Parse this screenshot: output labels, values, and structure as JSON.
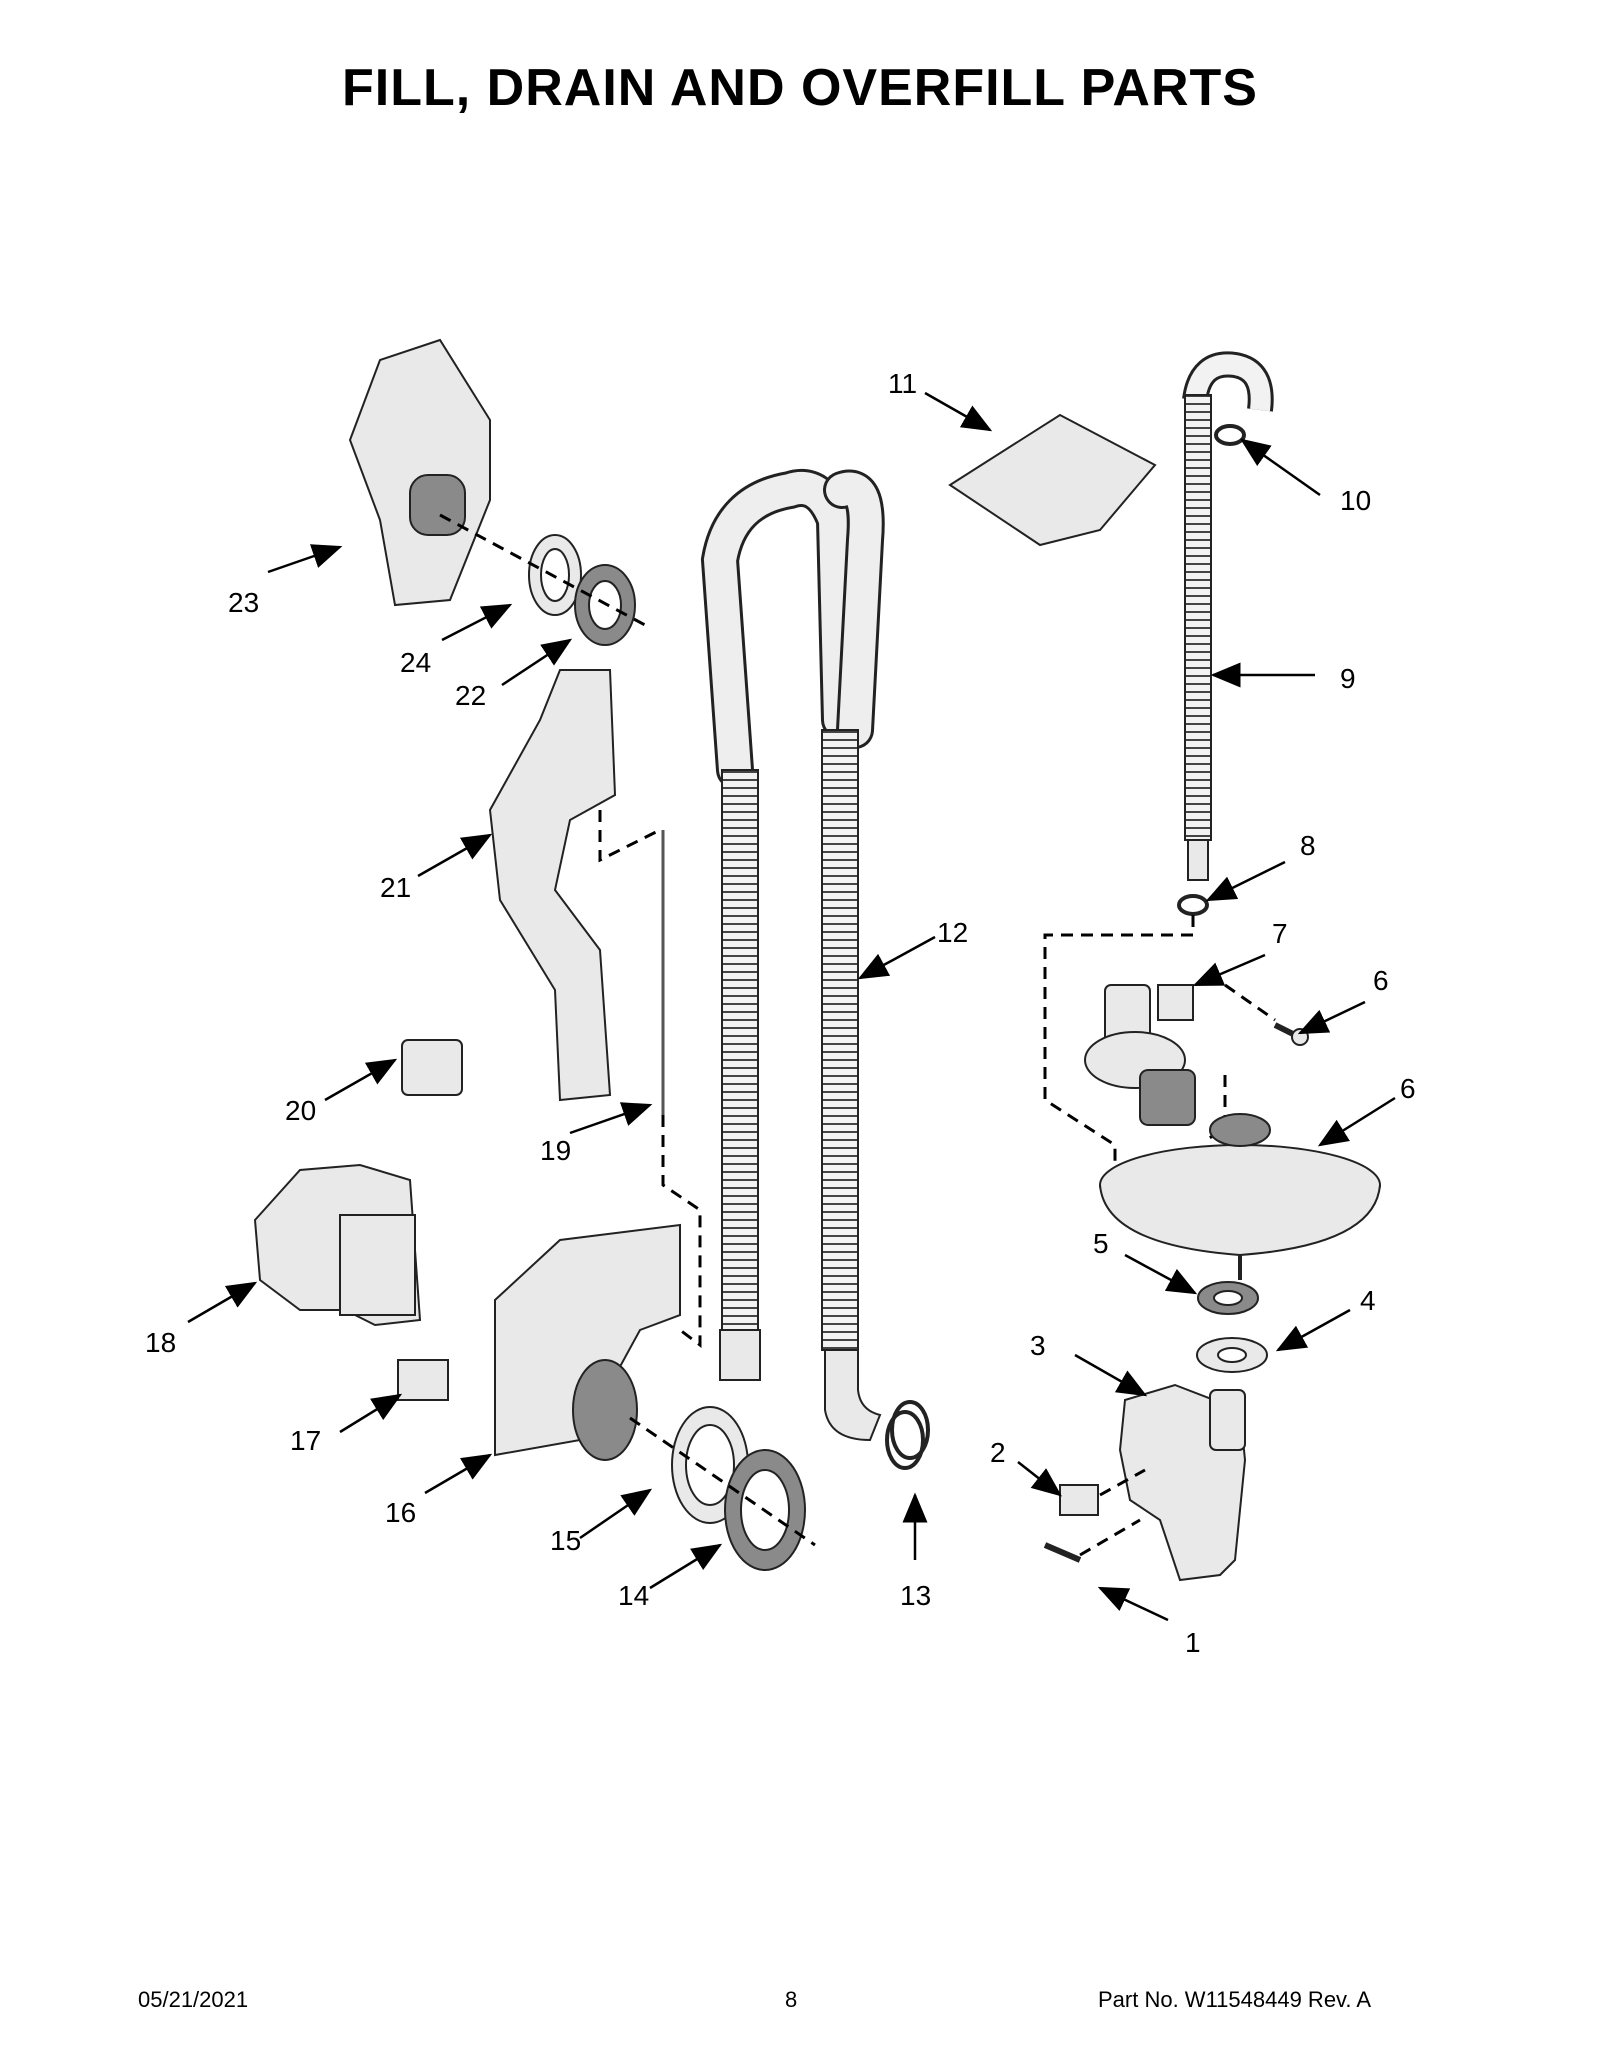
{
  "title": "FILL, DRAIN AND OVERFILL PARTS",
  "callouts": [
    "1",
    "2",
    "3",
    "4",
    "5",
    "6",
    "6",
    "7",
    "8",
    "9",
    "10",
    "11",
    "12",
    "13",
    "14",
    "15",
    "16",
    "17",
    "18",
    "19",
    "20",
    "21",
    "22",
    "23",
    "24"
  ],
  "footer": {
    "date": "05/21/2021",
    "page": "8",
    "part_no": "Part No.  W11548449  Rev.  A"
  }
}
